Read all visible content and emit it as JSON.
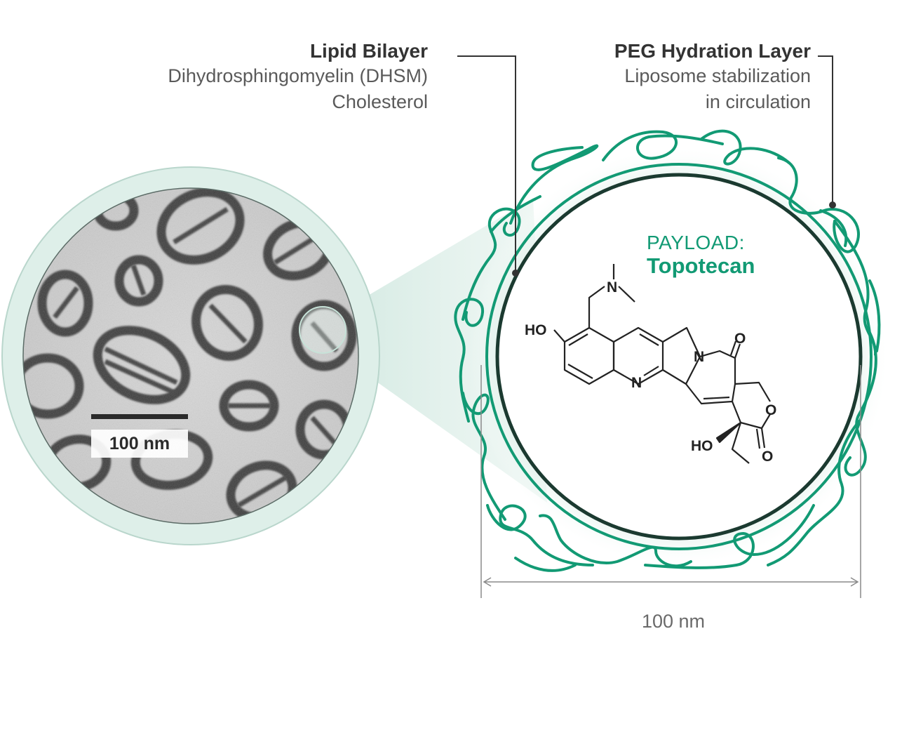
{
  "lipid_bilayer": {
    "title": "Lipid Bilayer",
    "line1": "Dihydrosphingomyelin (DHSM)",
    "line2": "Cholesterol"
  },
  "peg_layer": {
    "title": "PEG Hydration Layer",
    "line1": "Liposome stabilization",
    "line2": "in circulation"
  },
  "payload": {
    "label": "PAYLOAD:",
    "drug": "Topotecan"
  },
  "molecule": {
    "atoms": {
      "ho_top": "HO",
      "n_amine": "N",
      "n_pyridine": "N",
      "n_lactam": "N",
      "o_carbonyl": "O",
      "o_ring": "O",
      "o_lactone": "O",
      "ho_bottom": "HO"
    }
  },
  "micrograph": {
    "scale_bar_label": "100 nm"
  },
  "dimension": {
    "label": "100 nm"
  },
  "colors": {
    "accent": "#129a74",
    "dark_ring": "#1b3a30",
    "leader": "#333333",
    "halo": "#e3f1ec"
  }
}
